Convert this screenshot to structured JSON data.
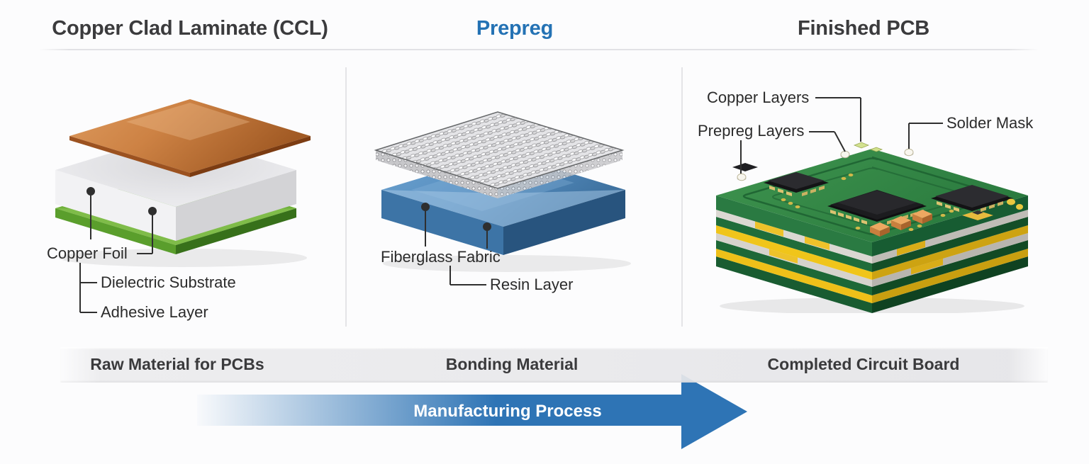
{
  "page": {
    "background": "#fcfcfd"
  },
  "colors": {
    "accent_blue": "#2472b4",
    "arrow_blue": "#2e74b5",
    "title_text": "#3b3b3d",
    "label_text": "#2b2b2b",
    "band_text": "#3a3a3c"
  },
  "panels": [
    {
      "title": "Copper Clad Laminate (CCL)",
      "caption": "Raw Material for PCBs",
      "illustration": "ccl-3d-layer-stack",
      "labels": [
        "Copper Foil",
        "Dielectric Substrate",
        "Adhesive Layer"
      ]
    },
    {
      "title": "Prepreg",
      "caption": "Bonding Material",
      "illustration": "prepreg-3d-layer-stack",
      "labels": [
        "Fiberglass Fabric",
        "Resin Layer"
      ]
    },
    {
      "title": "Finished PCB",
      "caption": "Completed Circuit Board",
      "illustration": "finished-pcb-3d-board",
      "labels": [
        "Copper Layers",
        "Prepreg Layers",
        "Solder Mask"
      ]
    }
  ],
  "arrow": {
    "label": "Manufacturing Process"
  }
}
